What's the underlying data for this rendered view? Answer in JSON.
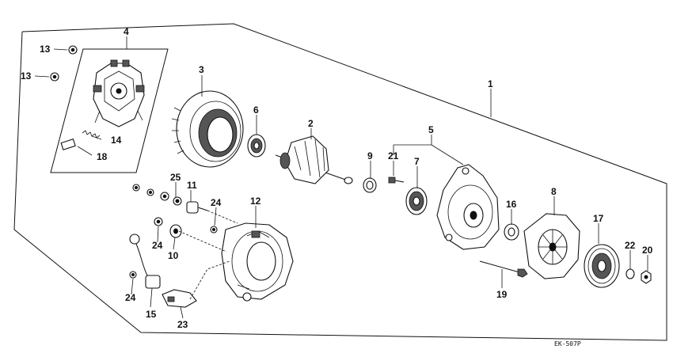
{
  "callouts": {
    "c1": "1",
    "c2": "2",
    "c3": "3",
    "c4": "4",
    "c5": "5",
    "c6": "6",
    "c7": "7",
    "c8": "8",
    "c9": "9",
    "c10": "10",
    "c11": "11",
    "c12": "12",
    "c13a": "13",
    "c13b": "13",
    "c14": "14",
    "c15": "15",
    "c16": "16",
    "c17": "17",
    "c18": "18",
    "c19": "19",
    "c20": "20",
    "c21": "21",
    "c22": "22",
    "c23": "23",
    "c24a": "24",
    "c24b": "24",
    "c24c": "24",
    "c25": "25"
  },
  "drawing_code": "EK-507P"
}
